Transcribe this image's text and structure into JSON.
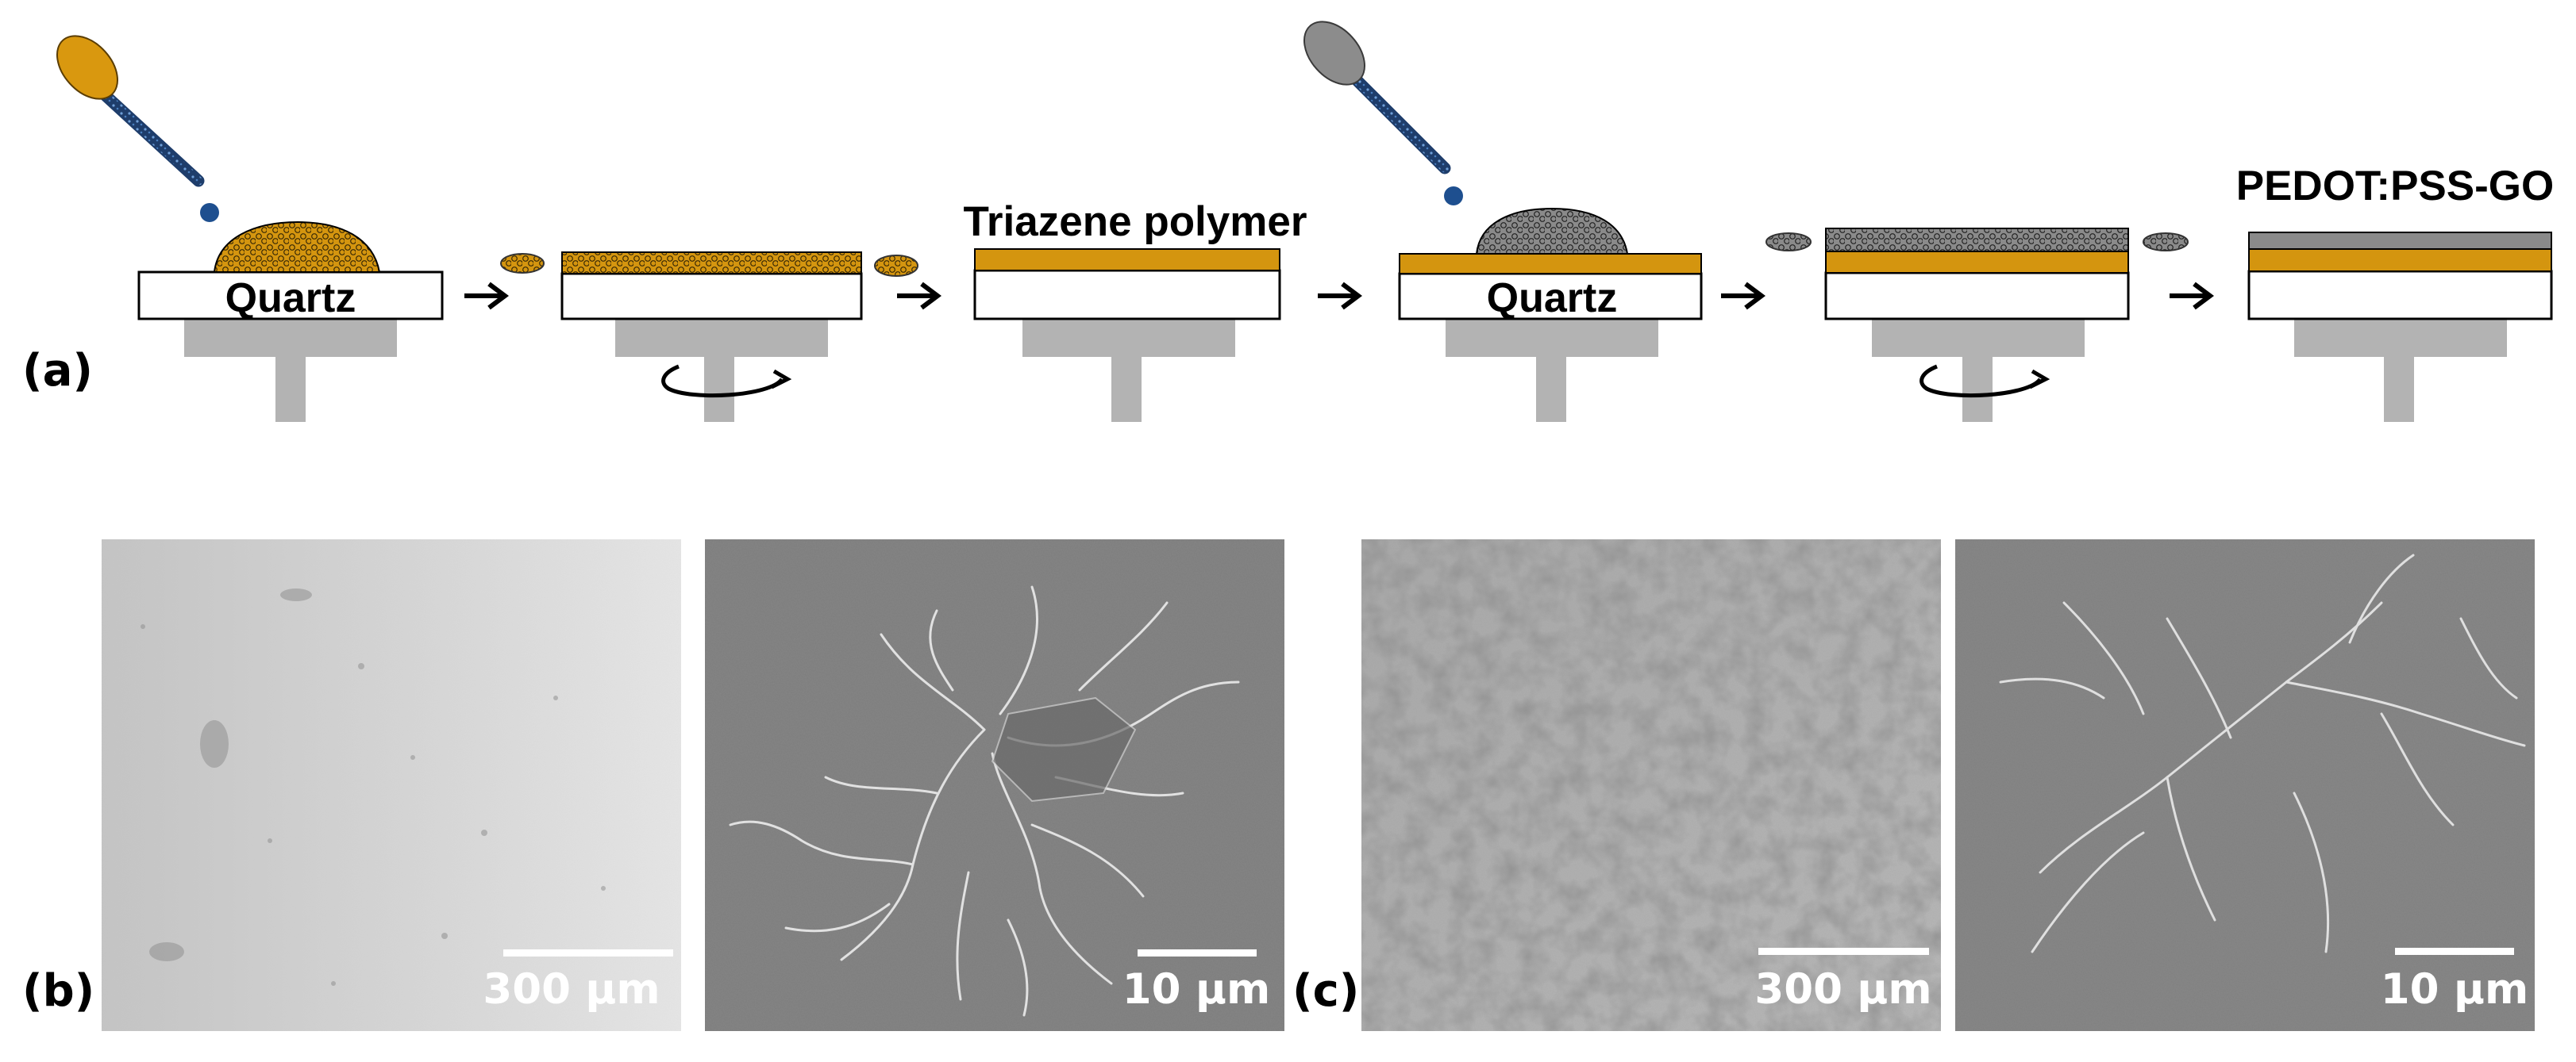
{
  "panels": {
    "a": "(a)",
    "b": "(b)",
    "c": "(c)"
  },
  "schematic": {
    "substrate_label_1": "Quartz",
    "substrate_label_2": "Quartz",
    "layer1_label": "Triazene polymer",
    "layer2_label": "PEDOT:PSS-GO"
  },
  "micrographs": {
    "b_left_scale": "300 µm",
    "b_right_scale": "10 µm",
    "c_left_scale": "300 µm",
    "c_right_scale": "10 µm"
  },
  "colors": {
    "triazene": "#d4950f",
    "pedot": "#8a8a8a",
    "chuck": "#b3b3b3",
    "pipette_orange": "#d9980f",
    "pipette_gray": "#8c8c8c",
    "pipette_tube": "#1e3d6b"
  }
}
